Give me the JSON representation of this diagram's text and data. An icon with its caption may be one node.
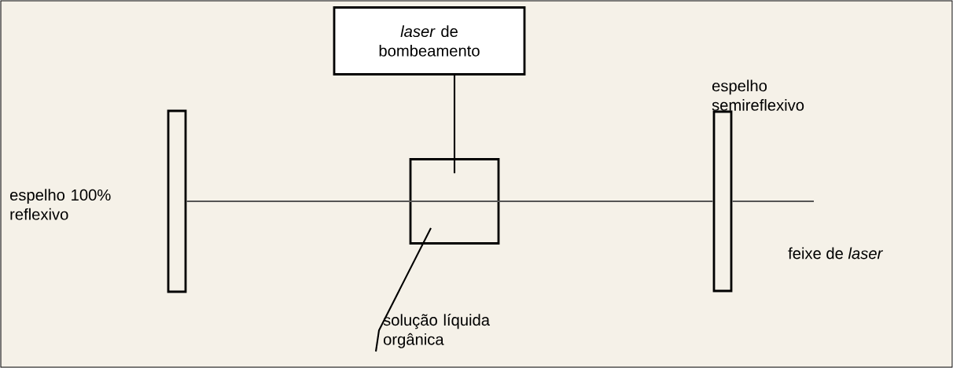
{
  "diagram": {
    "nodes": [
      {
        "text": [
          "*laser* de bombeamento"
        ]
      },
      {
        "text": [],
        "shape": "bar",
        "beside": [
          "espelho 100% reflexivo"
        ]
      },
      {
        "text": [],
        "shape": "box"
      },
      {
        "text": [],
        "shape": "bar",
        "beside": [
          "espelho semireflexivo"
        ]
      },
      {
        "text": [
          "solução líquida orgânica"
        ]
      }
    ],
    "edges": [
      {
        "from": 0,
        "to": 2,
        "arrow": "none"
      },
      {
        "from": 1,
        "to": 2,
        "arrow": "none"
      },
      {
        "from": 2,
        "to": 3,
        "arrow": "none"
      },
      {
        "from": 3,
        "to": null,
        "arrow": "none"
      },
      {
        "from": 4,
        "to": 2,
        "arrow": "none"
      }
    ],
    "labels": [
      "feixe de *laser*"
    ]
  }
}
